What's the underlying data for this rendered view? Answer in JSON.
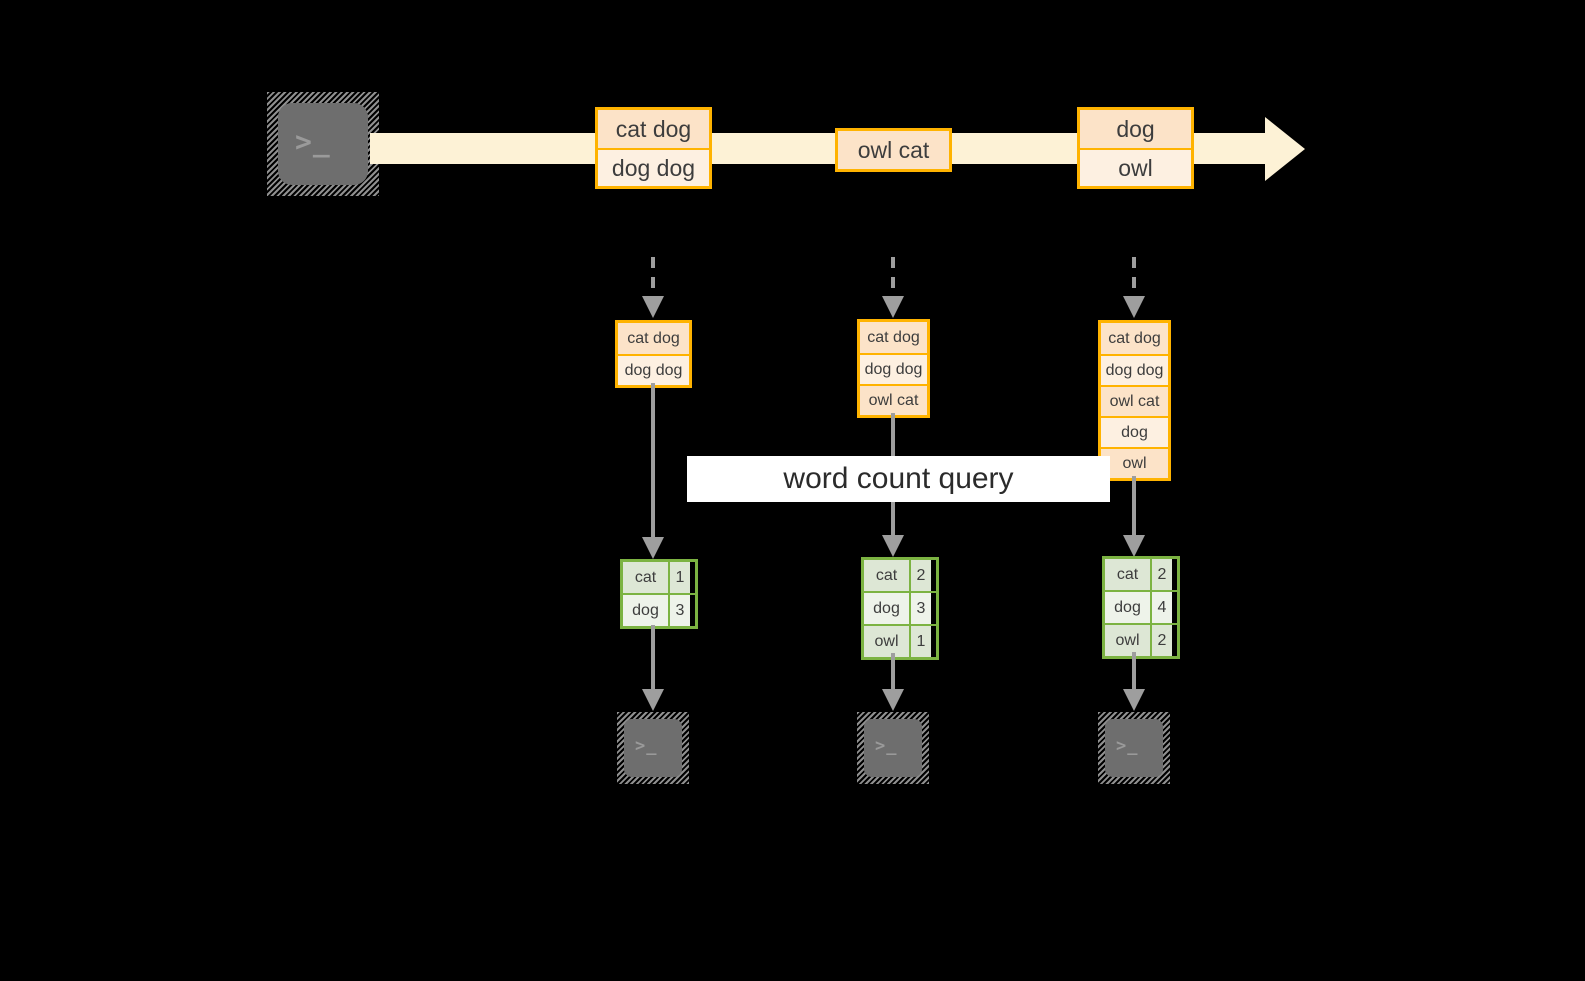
{
  "diagram": {
    "title_banner": "word count query",
    "colors": {
      "background": "#000000",
      "record_border": "#ffb300",
      "record_fill_dark": "#fce3c8",
      "record_fill_light": "#fdf0e1",
      "stream_fill": "#fdf2d6",
      "table_border": "#7cb342",
      "table_fill_dark": "#dde7d5",
      "table_fill_light": "#eef3ea",
      "arrow_gray": "#9e9e9e",
      "terminal_gray": "#6e6e6e",
      "banner_fill": "#ffffff"
    },
    "source": {
      "icon": "terminal-icon",
      "glyph": ">_"
    },
    "stream_records": [
      {
        "lines": [
          "cat dog",
          "dog dog"
        ]
      },
      {
        "lines": [
          "owl cat"
        ]
      },
      {
        "lines": [
          "dog",
          "owl"
        ]
      }
    ],
    "snapshots": [
      {
        "input_lines": [
          "cat dog",
          "dog dog"
        ],
        "result": {
          "rows": [
            {
              "word": "cat",
              "count": "1"
            },
            {
              "word": "dog",
              "count": "3"
            }
          ]
        },
        "sink": {
          "icon": "terminal-icon",
          "glyph": ">_"
        }
      },
      {
        "input_lines": [
          "cat dog",
          "dog dog",
          "owl cat"
        ],
        "result": {
          "rows": [
            {
              "word": "cat",
              "count": "2"
            },
            {
              "word": "dog",
              "count": "3"
            },
            {
              "word": "owl",
              "count": "1"
            }
          ]
        },
        "sink": {
          "icon": "terminal-icon",
          "glyph": ">_"
        }
      },
      {
        "input_lines": [
          "cat dog",
          "dog dog",
          "owl cat",
          "dog",
          "owl"
        ],
        "result": {
          "rows": [
            {
              "word": "cat",
              "count": "2"
            },
            {
              "word": "dog",
              "count": "4"
            },
            {
              "word": "owl",
              "count": "2"
            }
          ]
        },
        "sink": {
          "icon": "terminal-icon",
          "glyph": ">_"
        }
      }
    ]
  }
}
